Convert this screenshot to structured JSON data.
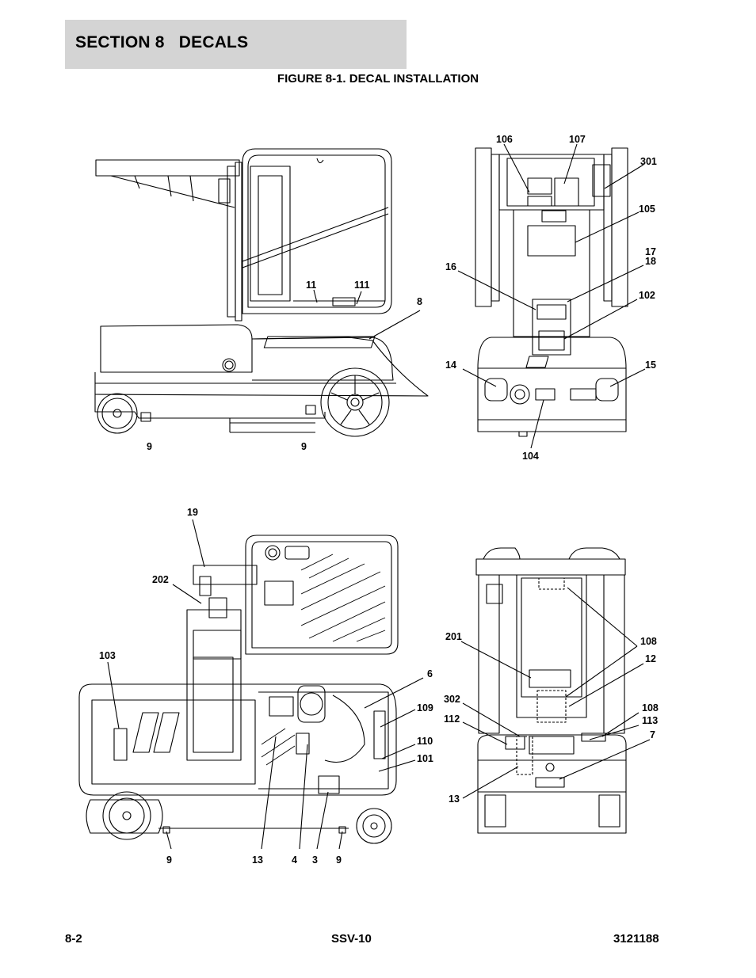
{
  "header": {
    "section_title": "SECTION 8   DECALS"
  },
  "figure": {
    "title": "FIGURE 8-1. DECAL INSTALLATION"
  },
  "callouts": {
    "side_view": [
      "11",
      "111",
      "8",
      "9",
      "9"
    ],
    "front_view": [
      "106",
      "107",
      "301",
      "105",
      "17",
      "18",
      "16",
      "102",
      "14",
      "15",
      "104"
    ],
    "top_view": [
      "19",
      "202",
      "103",
      "6",
      "109",
      "110",
      "101",
      "9",
      "13",
      "4",
      "3",
      "9"
    ],
    "rear_view": [
      "108",
      "12",
      "201",
      "302",
      "108",
      "113",
      "112",
      "7",
      "13"
    ]
  },
  "footer": {
    "page_number": "8-2",
    "model": "SSV-10",
    "doc_number": "3121188"
  }
}
